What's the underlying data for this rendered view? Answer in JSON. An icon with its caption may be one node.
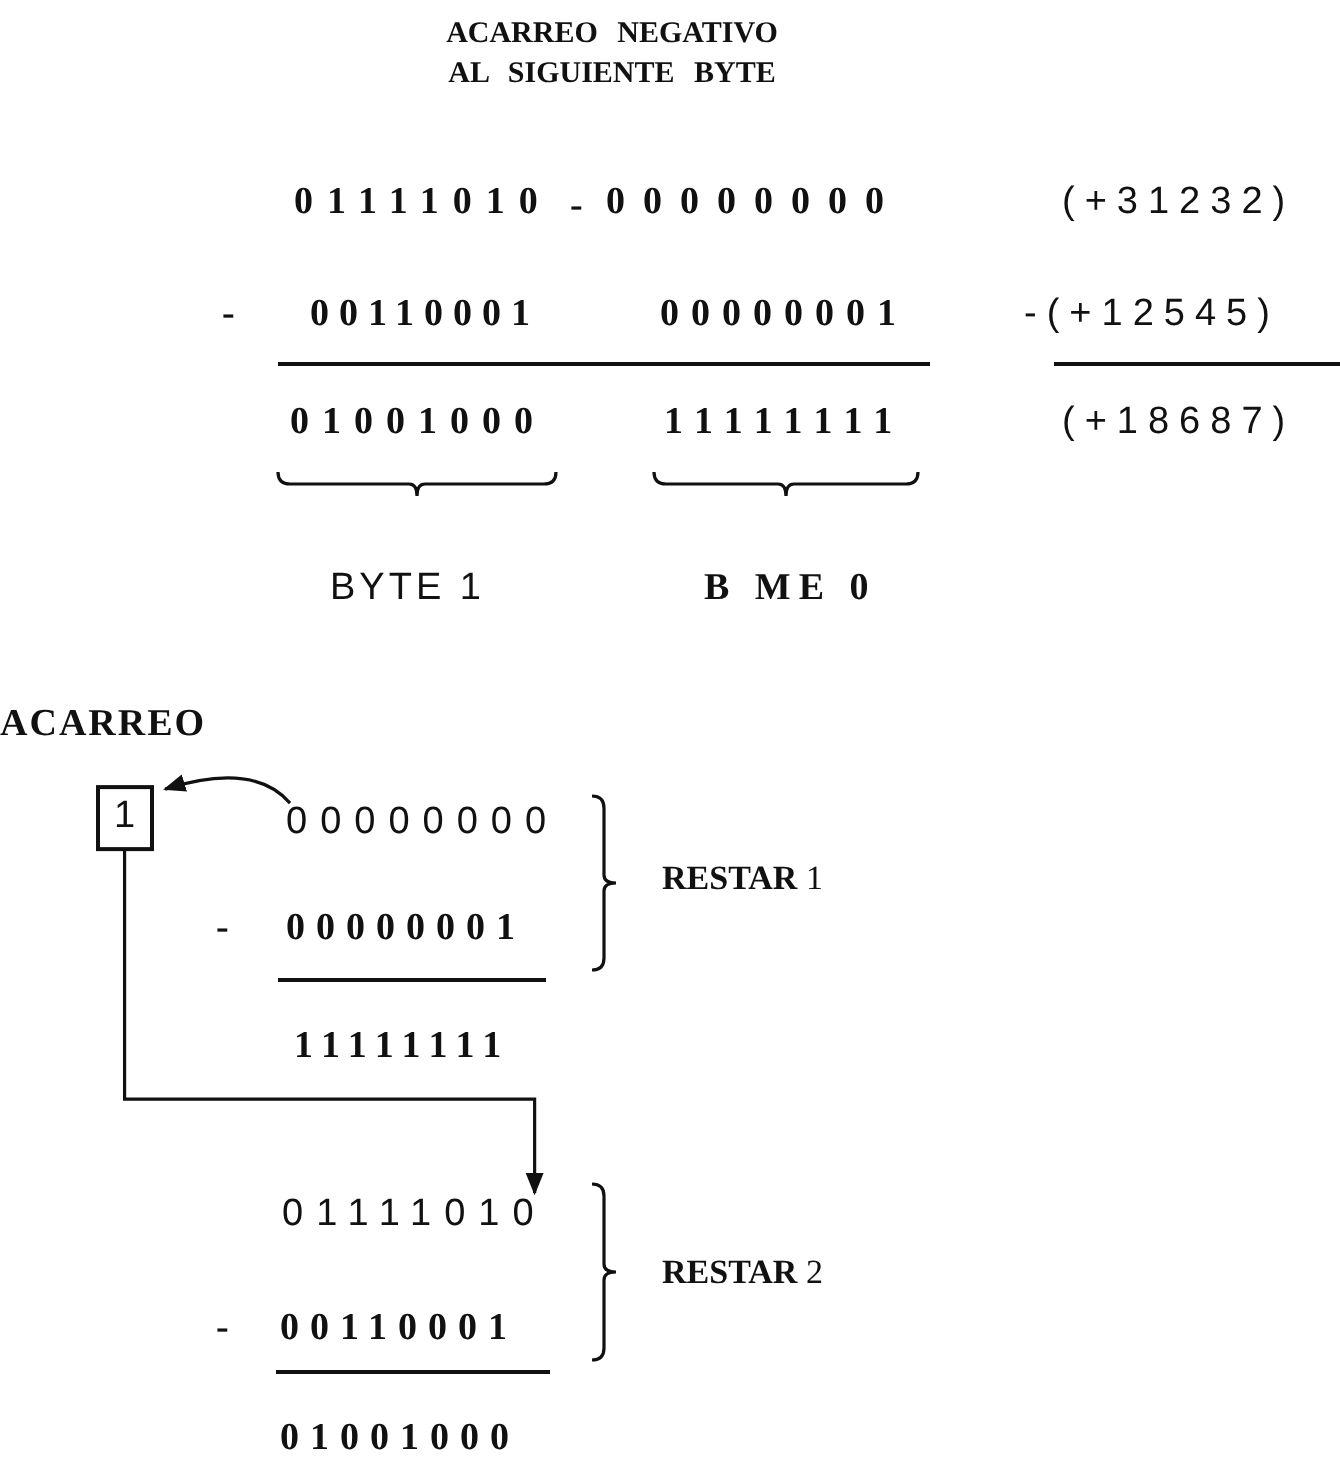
{
  "diagram": {
    "title": "ACARREO NEGATIVO AL SIGUIENTE BYTE",
    "nodes": [
      {
        "text": [
          "1"
        ]
      },
      {
        "text": [
          "00000000"
        ]
      },
      {
        "text": [
          "01111010"
        ]
      }
    ],
    "edges": [
      {
        "from": 1,
        "to": 0,
        "arrow": "to"
      },
      {
        "from": 0,
        "to": 2,
        "arrow": "to"
      }
    ],
    "labels": [
      "01111010",
      "-",
      "00000000",
      "(+31232)",
      "-",
      "00110001",
      "00000001",
      "-(+12545)",
      "01001000",
      "11111111",
      "(+18687)",
      "BYTE 1",
      "B ME 0",
      "ACARREO",
      "-",
      "00000001",
      "11111111",
      "**RESTAR** 1",
      "**RESTAR** 2",
      "-",
      "00110001",
      "01001000"
    ]
  }
}
